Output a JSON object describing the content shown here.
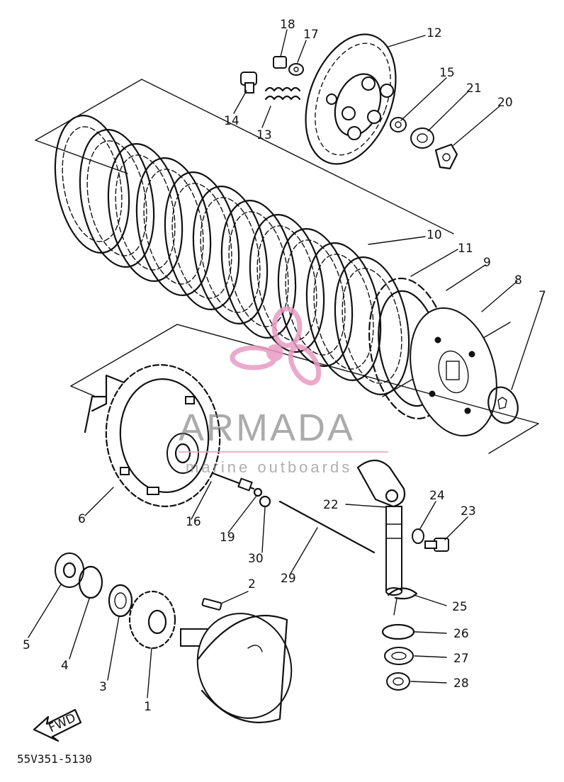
{
  "diagram": {
    "part_labels": [
      "1",
      "2",
      "3",
      "4",
      "5",
      "6",
      "7",
      "8",
      "9",
      "10",
      "11",
      "12",
      "13",
      "14",
      "15",
      "16",
      "17",
      "18",
      "19",
      "20",
      "21",
      "22",
      "23",
      "24",
      "25",
      "26",
      "27",
      "28",
      "29",
      "30"
    ],
    "fwd_label": "FWD",
    "drawing_code": "55V351-5130"
  },
  "watermark": {
    "title": "ARMADA",
    "subtitle": "marine outboards",
    "logo_color": "#e89cc2",
    "line_color": "#e6a6c8"
  }
}
